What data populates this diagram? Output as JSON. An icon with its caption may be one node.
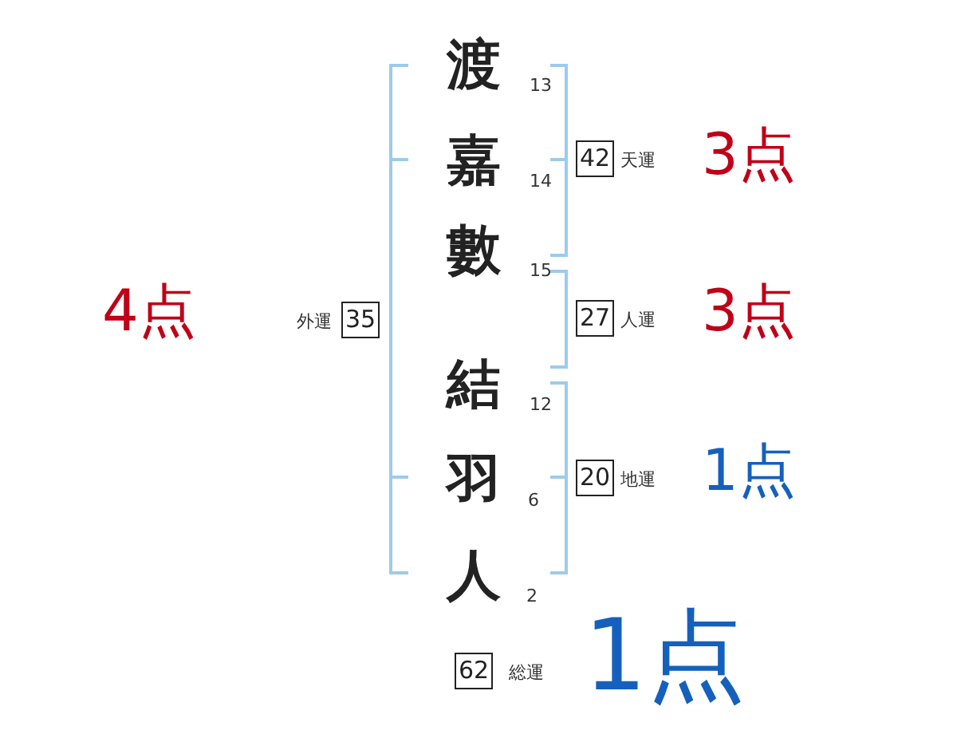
{
  "diagram": {
    "nodes": [
      {
        "text": [
          "42"
        ],
        "beside": [
          "天運",
          "3点"
        ]
      },
      {
        "text": [
          "35"
        ],
        "beside": [
          "外運",
          "4点"
        ]
      },
      {
        "text": [
          "27"
        ],
        "beside": [
          "人運",
          "3点"
        ]
      },
      {
        "text": [
          "20"
        ],
        "beside": [
          "地運",
          "1点"
        ]
      },
      {
        "text": [
          "62"
        ],
        "beside": [
          "総運",
          "1点"
        ]
      }
    ],
    "labels": [
      "渡",
      "13",
      "嘉",
      "14",
      "數",
      "15",
      "結",
      "12",
      "羽",
      "6",
      "人",
      "2"
    ]
  }
}
